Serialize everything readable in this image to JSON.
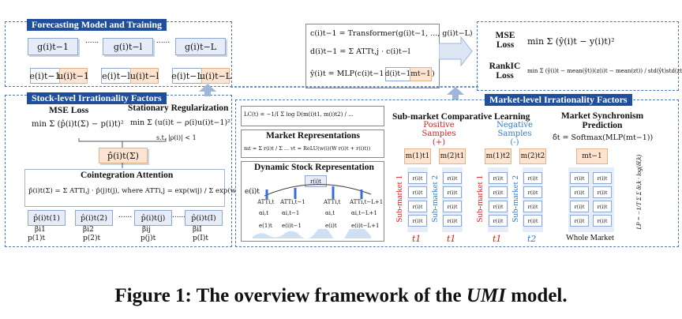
{
  "headers": {
    "forecast": "Forecasting Model and Training",
    "stock": "Stock-level Irrationality Factors",
    "market": "Market-level Irrationality Factors"
  },
  "forecast": {
    "g1": "g(i)t−1",
    "g2": "g(i)t−l",
    "g3": "g(i)t−L",
    "ellipsis": "......",
    "e1": "e(i)t−1",
    "u1": "u(i)t−1",
    "e2": "e(i)t−l",
    "u2": "u(i)t−l",
    "e3": "e(i)t−L",
    "u3": "u(i)t−L"
  },
  "equations": {
    "c": "c(i)t−1 = Transformer(g(i)t−1, ..., g(i)t−L)",
    "d": "d(i)t−1 = Σ ATTt,j · c(i)t−l",
    "y_left": "ŷ(i)t = MLP(c(i)t−1 |",
    "y_d": "d(i)t−1",
    "y_m": "mt−1",
    "y_close": ")"
  },
  "losses": {
    "mse_label": "MSE Loss",
    "mse_formula": "min Σ (ŷ(i)t − y(i)t)²",
    "rankic_label": "RankIC Loss",
    "rankic_formula": "min Σ (ŷ(i)t − mean(ŷt))(z(i)t − mean(zt)) / std(ŷt)std(zt)"
  },
  "stock": {
    "mse_title": "MSE Loss",
    "mse_formula": "min Σ (p̂(i)t(Σ) − p(i)t)²",
    "stat_title": "Stationary Regularization",
    "stat_formula": "min Σ (u(i)t − ρ(i)u(i)t−1)²",
    "stat_cond": "s.t.   |ρ(i)| < 1",
    "phat": "p̂(i)t(Σ)",
    "coint_title": "Cointegration Attention",
    "coint_formula": "p̂(i)t(Σ) = Σ ATTi,j · p̂(j)t(j),  where  ATTi,j = exp(wij) / Σ exp(wik)",
    "cells": [
      "p̂(i)t(1)",
      "p̂(i)t(2)",
      "p̂(i)t(j)",
      "p̂(i)t(I)"
    ],
    "betas": [
      "βi1",
      "βi2",
      "βij",
      "βiI"
    ],
    "prices": [
      "p(1)t",
      "p(2)t",
      "p(j)t",
      "p(I)t"
    ],
    "ellipsis": "......"
  },
  "market": {
    "contrast_loss": "LC(t) = −1/I Σ log D(m(i)t1, m(i)t2) / ...",
    "rep_title": "Market Representations",
    "rep_formula": "mt = Σ r(i)t / Σ ...     vt = ReLU(w(i)(W r(i)t + r(i)t))",
    "dyn_title": "Dynamic Stock Representation",
    "dyn_e": "e(i)t",
    "dyn_r": "r(i)t",
    "dyn_att": [
      "ATTi,t",
      "ATTi,t−1",
      "ATTi,t",
      "ATTi,t−L+1"
    ],
    "dyn_a": [
      "αi,t",
      "αi,t−1",
      "αi,t",
      "αi,t−L+1"
    ],
    "dyn_e_row": [
      "e(1)t",
      "e(i)t−1",
      "e(i)t",
      "e(i)t−L+1"
    ],
    "submarket_title": "Sub-market Comparative Learning",
    "positive": "Positive Samples (+)",
    "negative": "Negative Samples (-)",
    "m_cells": [
      "m(1)t1",
      "m(2)t1",
      "m(1)t2",
      "m(2)t2"
    ],
    "sync_title": "Market Synchronism Prediction",
    "sync_formula": "δ̂t = Softmax(MLP(mt−1))",
    "m_whole": "mt−1",
    "sub1": "Sub-market 1",
    "sub2": "Sub-market 2",
    "t_labels": [
      "t1",
      "t1",
      "t1",
      "t2"
    ],
    "r_cell": "r(i)t",
    "whole": "Whole Market",
    "lp_formula": "LP = −1/T Σ Σ δt,k · log(δ̂t,k)"
  },
  "caption": {
    "prefix": "Figure 1: The overview framework of the ",
    "model": "UMI",
    "suffix": " model."
  }
}
